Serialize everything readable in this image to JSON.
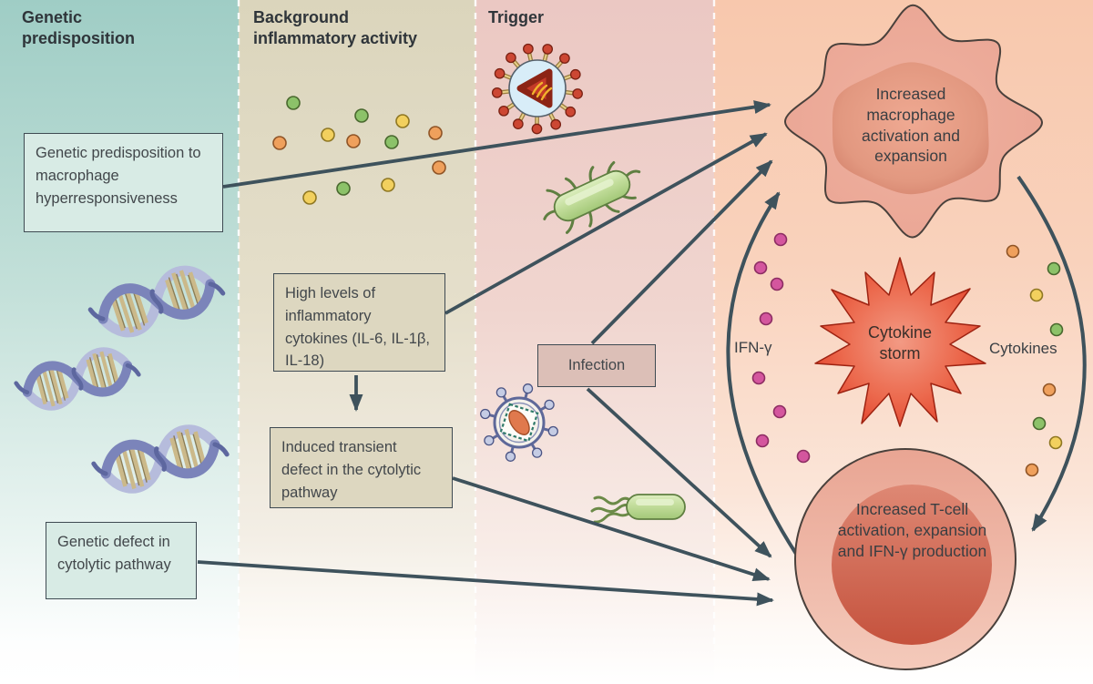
{
  "headers": {
    "col1": "Genetic predisposition",
    "col2": "Background inflammatory activity",
    "col3": "Trigger"
  },
  "boxes": {
    "genetic_predisposition": "Genetic predisposition to macrophage hyperresponsiveness",
    "high_cytokines": "High levels of inflammatory cytokines (IL-6, IL-1β, IL-18)",
    "induced_defect": "Induced transient defect in the cytolytic pathway",
    "infection": "Infection",
    "genetic_defect": "Genetic defect in cytolytic pathway"
  },
  "cells": {
    "macrophage": "Increased macrophage activation and expansion",
    "t_cell": "Increased T-cell activation, expansion and IFN-γ production",
    "cytokine_storm": "Cytokine storm"
  },
  "labels": {
    "ifn_gamma": "IFN-γ",
    "cytokines": "Cytokines"
  },
  "icons": [
    "dna-icon",
    "dna-icon",
    "dna-icon",
    "coronavirus-icon",
    "bacterium-icon",
    "enveloped-virus-icon",
    "flagellated-bacterium-icon",
    "cytokine-dot-icons",
    "macrophage-cell",
    "t-cell",
    "cytokine-storm-burst"
  ],
  "arrows": [
    {
      "from": "genetic-predisposition-box",
      "to": "macrophage"
    },
    {
      "from": "high-cytokines-box",
      "to": "macrophage"
    },
    {
      "from": "infection-box",
      "to": "macrophage"
    },
    {
      "from": "high-cytokines-box",
      "to": "induced-defect-box"
    },
    {
      "from": "infection-box",
      "to": "t-cell"
    },
    {
      "from": "induced-defect-box",
      "to": "t-cell"
    },
    {
      "from": "genetic-defect-box",
      "to": "t-cell"
    },
    {
      "from": "t-cell",
      "to": "macrophage",
      "label": "IFN-γ"
    },
    {
      "from": "macrophage",
      "to": "t-cell",
      "label": "Cytokines"
    }
  ],
  "colors": {
    "arrow": "#3e525c",
    "box_border": "#3e4a52",
    "col1_top": "#9fcdc5",
    "col2_top": "#dbd5bc",
    "col3_top": "#ebc8c3",
    "right_top": "#f8c8ad",
    "teal_box": "#d8ebe5",
    "tan_box": "#ddd7c0",
    "infection_box": "#dcbfb7",
    "macrophage_body": "#eba998",
    "macrophage_nucleus": "#d8886f",
    "tcell_inner": "#c85a48",
    "storm_red": "#e23b25",
    "dot_green": "#8cc269",
    "dot_yellow": "#f2d05e",
    "dot_orange": "#efa05c",
    "dot_magenta": "#d4569e"
  }
}
